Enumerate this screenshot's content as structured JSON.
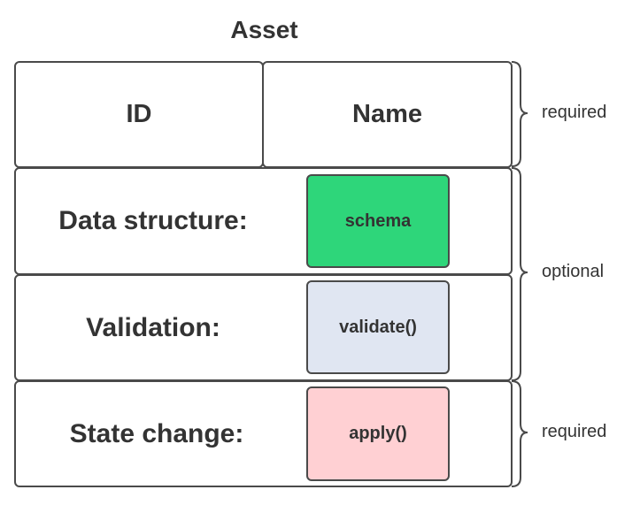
{
  "title": "Asset",
  "header": {
    "id_label": "ID",
    "name_label": "Name"
  },
  "rows": [
    {
      "label": "Data structure:",
      "function": "schema",
      "color": "#2ed67a"
    },
    {
      "label": "Validation:",
      "function": "validate()",
      "color": "#e0e6f2"
    },
    {
      "label": "State change:",
      "function": "apply()",
      "color": "#ffd0d3"
    }
  ],
  "braces": [
    {
      "label": "required"
    },
    {
      "label": "optional"
    },
    {
      "label": "required"
    }
  ]
}
